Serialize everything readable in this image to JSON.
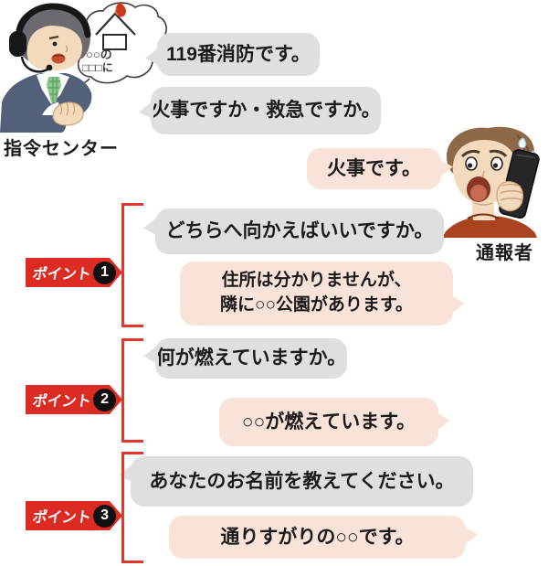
{
  "dispatcher": {
    "label": "指令センター",
    "thought_line1": "○○の",
    "thought_line2": "□□□に"
  },
  "caller": {
    "label": "通報者"
  },
  "bubbles": [
    {
      "speaker": "dispatcher",
      "text": "119番消防です。"
    },
    {
      "speaker": "dispatcher",
      "text": "火事ですか・救急ですか。"
    },
    {
      "speaker": "caller",
      "text": "火事です。"
    },
    {
      "speaker": "dispatcher",
      "text": "どちらへ向かえばいいですか。"
    },
    {
      "speaker": "caller",
      "text": "住所は分かりませんが、\n隣に○○公園があります。"
    },
    {
      "speaker": "dispatcher",
      "text": "何が燃えていますか。"
    },
    {
      "speaker": "caller",
      "text": "○○が燃えています。"
    },
    {
      "speaker": "dispatcher",
      "text": "あなたのお名前を教えてください。"
    },
    {
      "speaker": "caller",
      "text": "通りすがりの○○です。"
    }
  ],
  "points": [
    {
      "label": "ポイント",
      "number": "1"
    },
    {
      "label": "ポイント",
      "number": "2"
    },
    {
      "label": "ポイント",
      "number": "3"
    }
  ],
  "colors": {
    "bubble_gray": "#dfdfdf",
    "bubble_pink": "#f9e3d8",
    "point_red": "#dc2b23",
    "bracket_red": "#e1362b",
    "text": "#1b1b1b",
    "flame_red": "#cc3a1d"
  }
}
